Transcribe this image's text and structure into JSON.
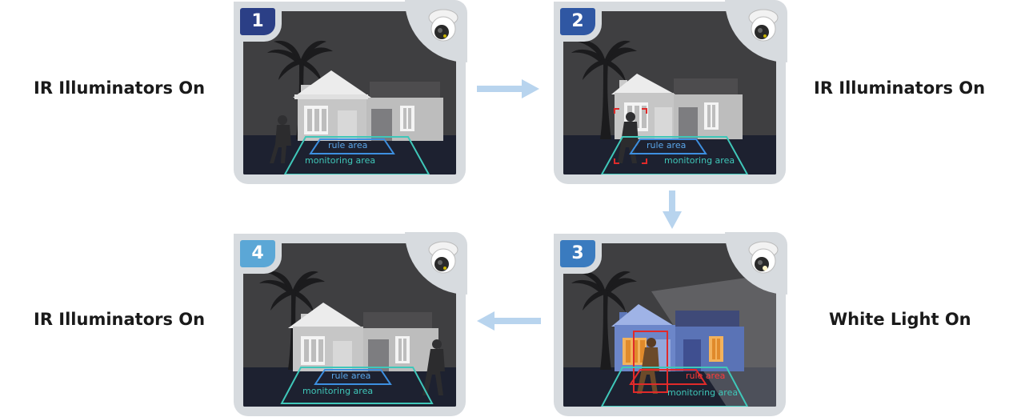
{
  "steps": [
    {
      "number": "1",
      "label": "IR Illuminators On",
      "rule_area": "rule area",
      "monitoring_area": "monitoring area",
      "badge_color": "#2b3f86"
    },
    {
      "number": "2",
      "label": "IR Illuminators On",
      "rule_area": "rule area",
      "monitoring_area": "monitoring area",
      "badge_color": "#2f57a3"
    },
    {
      "number": "3",
      "label": "White Light On",
      "rule_area": "rule area",
      "monitoring_area": "monitoring area",
      "badge_color": "#3a7bbf"
    },
    {
      "number": "4",
      "label": "IR Illuminators On",
      "rule_area": "rule area",
      "monitoring_area": "monitoring area",
      "badge_color": "#5ba7d6"
    }
  ],
  "colors": {
    "arrow": "#b8d4ee",
    "rule_area_ir": "#3d8fe0",
    "rule_area_alarm": "#e02a2a",
    "monitoring_area": "#3fc7b9",
    "detection_box": "#e02a2a"
  }
}
